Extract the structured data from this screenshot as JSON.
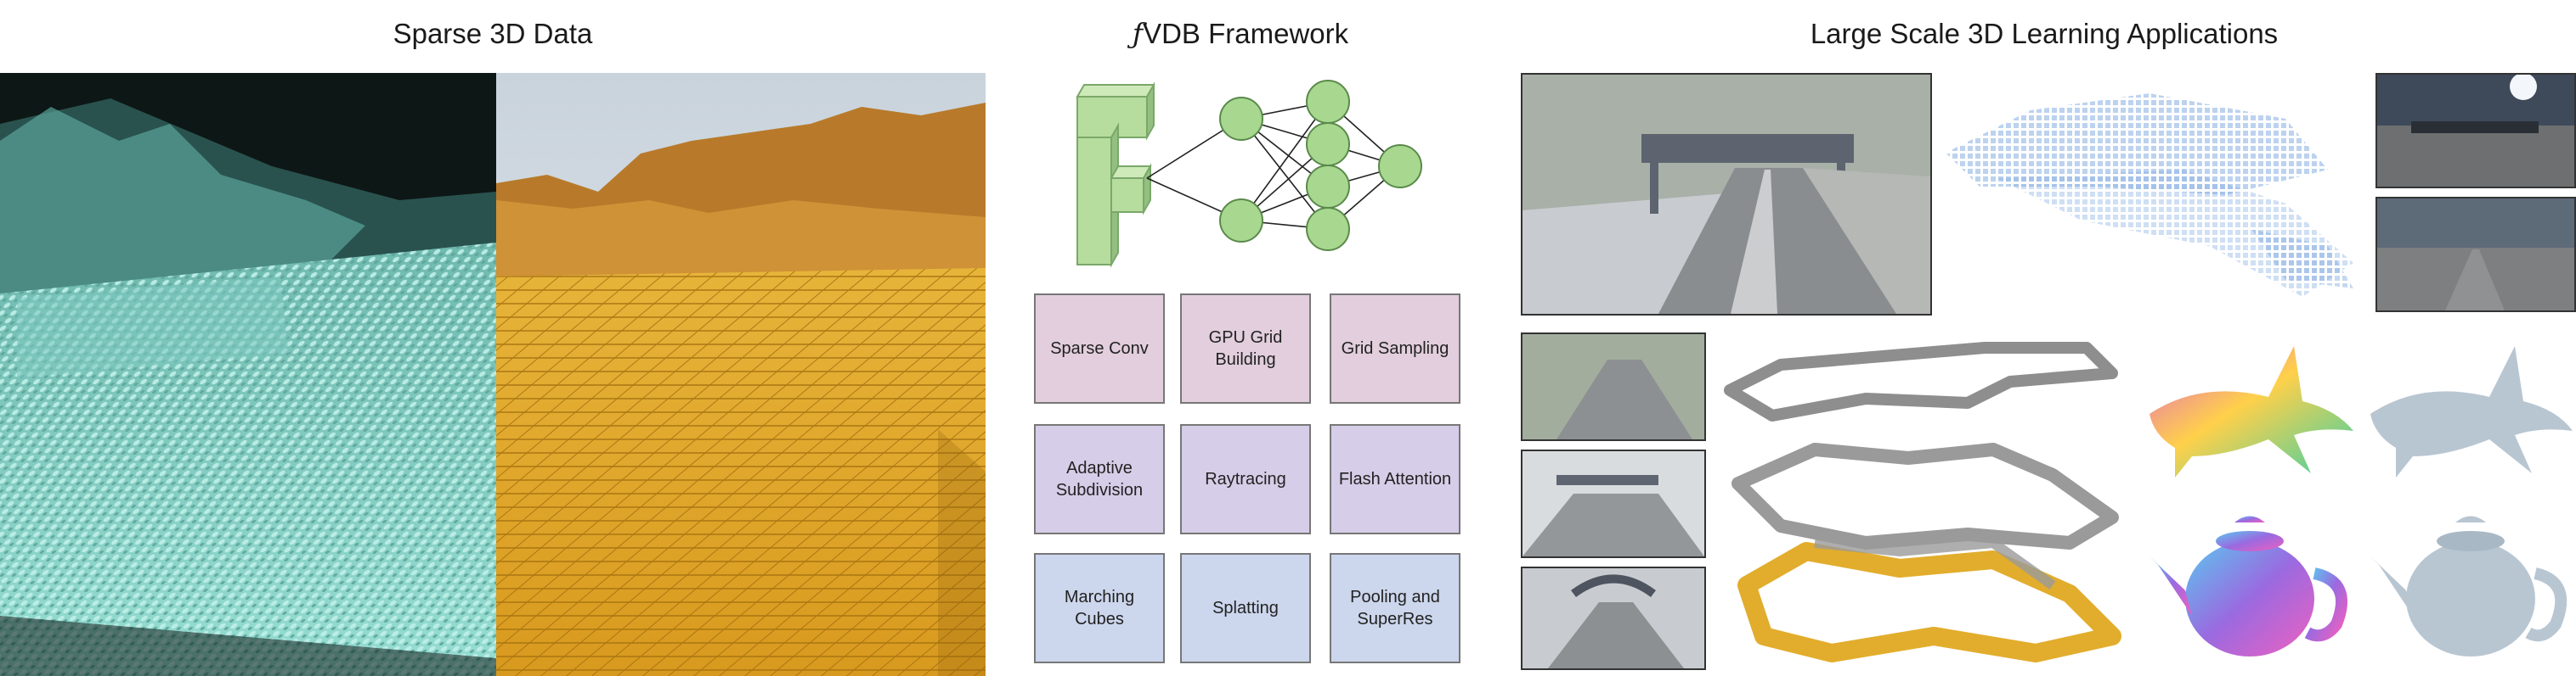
{
  "headings": {
    "left": "Sparse 3D Data",
    "middle_prefix": "ƒ",
    "middle": "VDB Framework",
    "right": "Large Scale 3D Learning Applications"
  },
  "features": [
    {
      "label": "Sparse Conv",
      "color": "#e2cedd"
    },
    {
      "label": "GPU Grid Building",
      "color": "#e2cedd"
    },
    {
      "label": "Grid Sampling",
      "color": "#e2cedd"
    },
    {
      "label": "Adaptive Subdivision",
      "color": "#d6cde8"
    },
    {
      "label": "Raytracing",
      "color": "#d6cde8"
    },
    {
      "label": "Flash Attention",
      "color": "#d6cde8"
    },
    {
      "label": "Marching Cubes",
      "color": "#ccd6ec"
    },
    {
      "label": "Splatting",
      "color": "#ccd6ec"
    },
    {
      "label": "Pooling and SuperRes",
      "color": "#ccd6ec"
    }
  ],
  "colors": {
    "point_cloud": "#8fd6cc",
    "voxels": "#e8b030",
    "network_node": "#a8d890",
    "network_node_border": "#5a8a4a",
    "lidar": "#7fa8e0"
  }
}
